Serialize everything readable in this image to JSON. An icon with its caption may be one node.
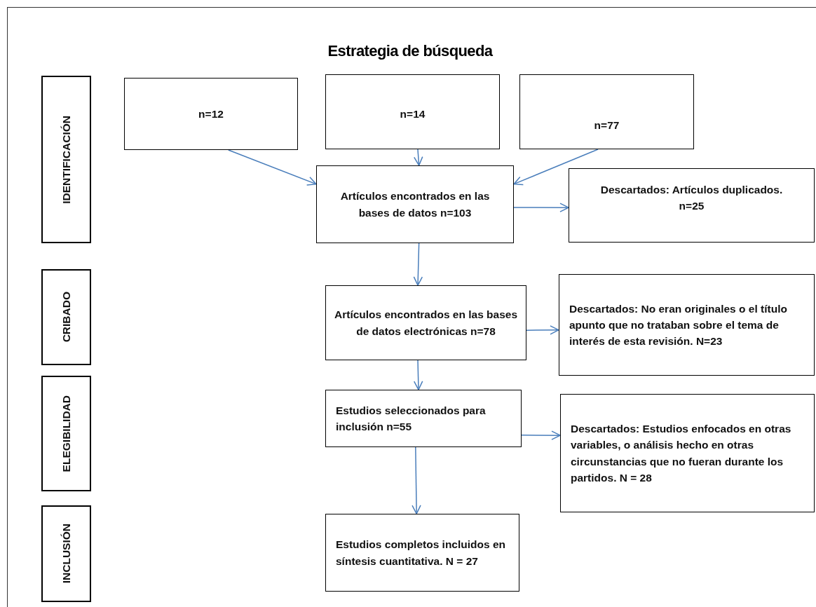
{
  "diagram": {
    "title": "Estrategia de búsqueda",
    "nodes": [
      {
        "text": [
          "IDENTIFICACIÓN"
        ]
      },
      {
        "text": [
          "n=12"
        ]
      },
      {
        "text": [
          "n=14"
        ]
      },
      {
        "text": [
          "n=77"
        ]
      },
      {
        "text": [
          "Artículos encontrados en las bases de datos n=103"
        ]
      },
      {
        "text": [
          "Descartados: Artículos duplicados. n=25"
        ]
      },
      {
        "text": [
          "CRIBADO"
        ]
      },
      {
        "text": [
          "Artículos encontrados en las bases de datos electrónicas n=78"
        ]
      },
      {
        "text": [
          "Descartados: No eran originales o el título apunto que no trataban sobre el tema de interés de esta revisión. N=23"
        ]
      },
      {
        "text": [
          "ELEGIBILIDAD"
        ]
      },
      {
        "text": [
          "Estudios seleccionados para inclusión n=55"
        ]
      },
      {
        "text": [
          "Descartados: Estudios enfocados en otras variables, o análisis hecho en otras circunstancias que no fueran durante los partidos. N = 28"
        ]
      },
      {
        "text": [
          "INCLUSIÓN"
        ]
      },
      {
        "text": [
          "Estudios completos incluidos en síntesis cuantitativa. N = 27"
        ]
      }
    ],
    "edges": [
      {
        "from": 1,
        "to": 4,
        "arrow": "to"
      },
      {
        "from": 2,
        "to": 4,
        "arrow": "to"
      },
      {
        "from": 3,
        "to": 4,
        "arrow": "to"
      },
      {
        "from": 4,
        "to": 5,
        "arrow": "to"
      },
      {
        "from": 4,
        "to": 7,
        "arrow": "to"
      },
      {
        "from": 7,
        "to": 8,
        "arrow": "to"
      },
      {
        "from": 7,
        "to": 10,
        "arrow": "to"
      },
      {
        "from": 10,
        "to": 11,
        "arrow": "to"
      },
      {
        "from": 10,
        "to": 13,
        "arrow": "to"
      }
    ]
  }
}
